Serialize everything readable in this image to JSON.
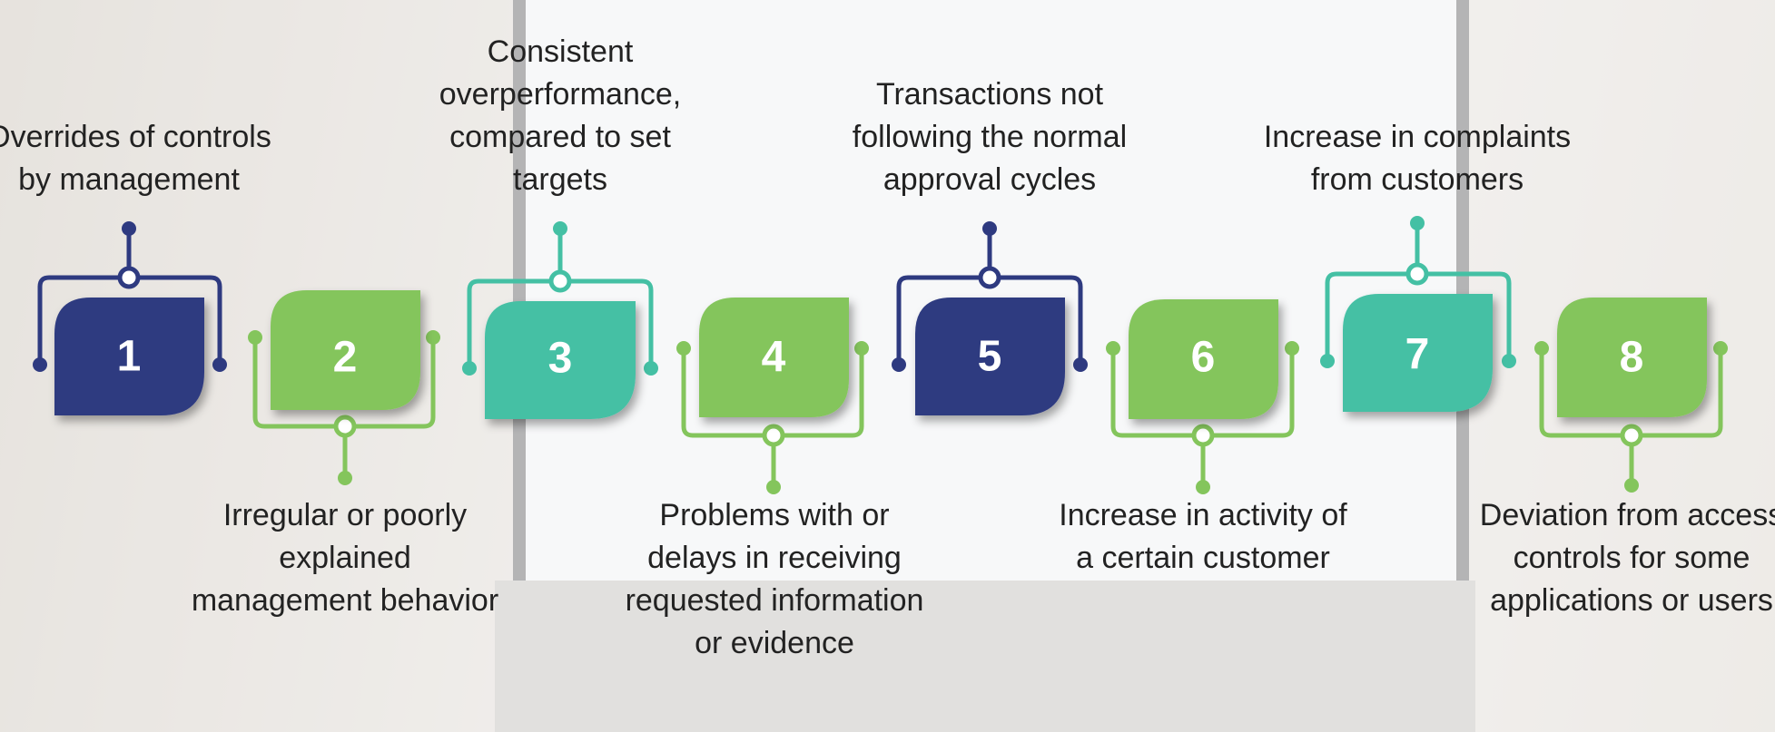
{
  "colors": {
    "navy": "#2e3a80",
    "green": "#84c55c",
    "teal": "#44c0a4",
    "text": "#222222"
  },
  "steps": [
    {
      "number": "1",
      "text": "Overrides of controls by management",
      "color": "navy"
    },
    {
      "number": "2",
      "text": "Irregular or poorly explained management behavior",
      "color": "green"
    },
    {
      "number": "3",
      "text": "Consistent overperformance, compared to set targets",
      "color": "teal"
    },
    {
      "number": "4",
      "text": "Problems with or delays in receiving requested information or evidence",
      "color": "green"
    },
    {
      "number": "5",
      "text": "Transactions not following the normal approval cycles",
      "color": "navy"
    },
    {
      "number": "6",
      "text": "Increase in activity of a certain customer",
      "color": "green"
    },
    {
      "number": "7",
      "text": "Increase in complaints from customers",
      "color": "teal"
    },
    {
      "number": "8",
      "text": "Deviation from access controls for some applications or users",
      "color": "green"
    }
  ]
}
